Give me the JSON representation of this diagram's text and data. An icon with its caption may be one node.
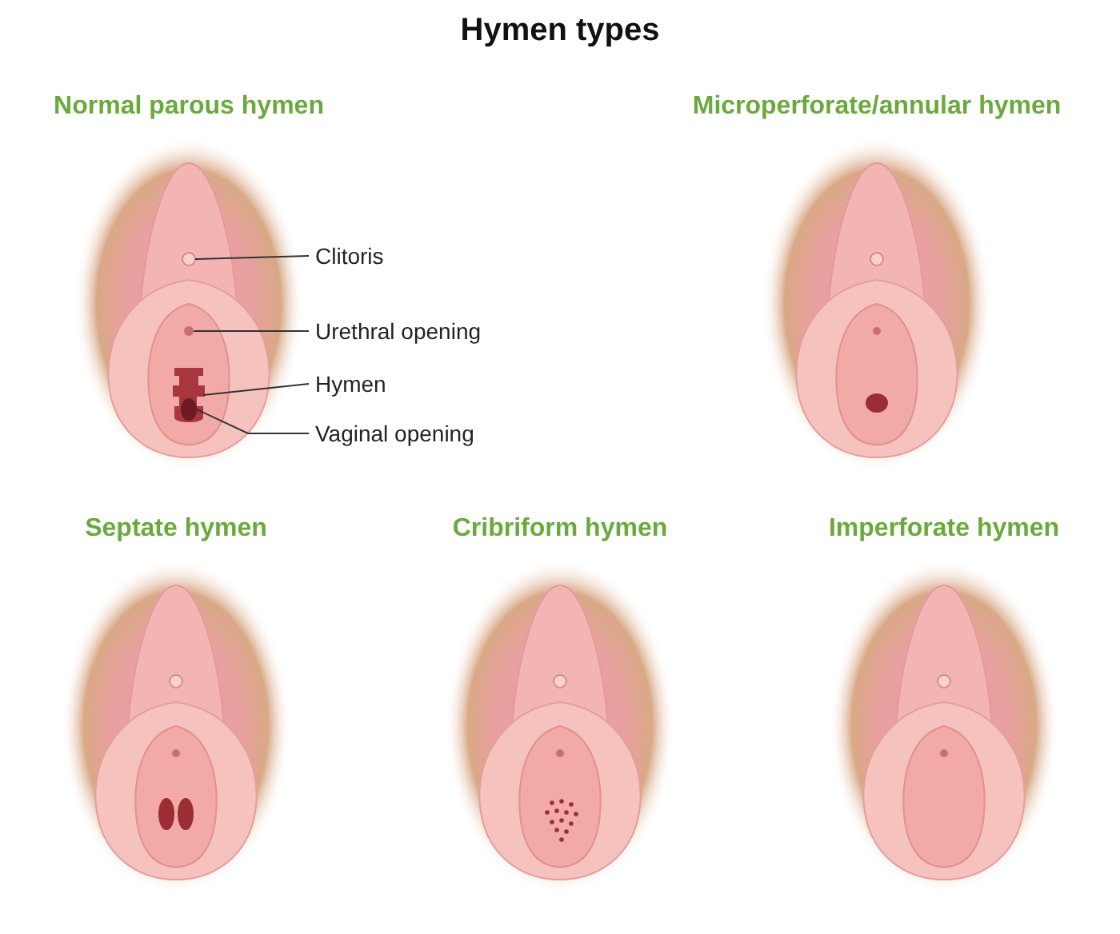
{
  "diagram": {
    "title": "Hymen types",
    "nodes": [
      {
        "text": [
          "Normal parous hymen"
        ]
      },
      {
        "text": [
          "Microperforate/annular hymen"
        ]
      },
      {
        "text": [
          "Septate hymen"
        ]
      },
      {
        "text": [
          "Cribriform hymen"
        ]
      },
      {
        "text": [
          "Imperforate hymen"
        ]
      },
      {
        "text": [
          "Clitoris"
        ]
      },
      {
        "text": [
          "Urethral opening"
        ]
      },
      {
        "text": [
          "Hymen"
        ]
      },
      {
        "text": [
          "Vaginal opening"
        ]
      },
      {
        "text": [],
        "shape": "circle",
        "in": 0
      },
      {
        "text": [],
        "shape": "circle",
        "in": 0
      },
      {
        "text": [],
        "shape": "picture",
        "in": 0
      },
      {
        "text": [],
        "shape": "circle",
        "in": 11
      }
    ],
    "edges": [
      {
        "from": 5,
        "to": 9,
        "arrow": "none"
      },
      {
        "from": 6,
        "to": 10,
        "arrow": "none"
      },
      {
        "from": 7,
        "to": 11,
        "arrow": "none"
      },
      {
        "from": 8,
        "to": 12,
        "arrow": "none"
      }
    ]
  }
}
